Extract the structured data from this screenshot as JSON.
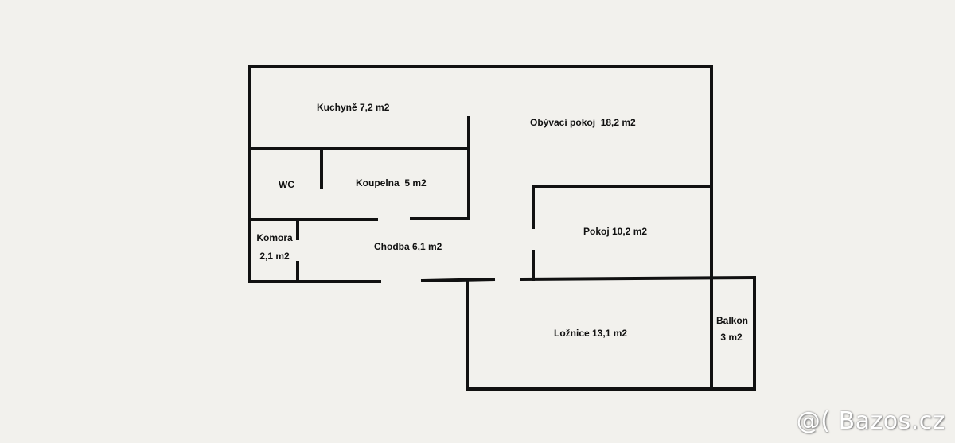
{
  "rooms": {
    "kitchen": "Kuchyně 7,2 m2",
    "living": "Obývací pokoj  18,2 m2",
    "wc": "WC",
    "bathroom": "Koupelna  5 m2",
    "pantry_name": "Komora",
    "pantry_area": "2,1 m2",
    "hallway": "Chodba 6,1 m2",
    "room": "Pokoj 10,2 m2",
    "bedroom": "Ložnice 13,1 m2",
    "balcony_name": "Balkon",
    "balcony_area": "3 m2"
  },
  "watermark": "@( Bazos.cz",
  "colors": {
    "background": "#f2f1ed",
    "walls": "#111111"
  }
}
